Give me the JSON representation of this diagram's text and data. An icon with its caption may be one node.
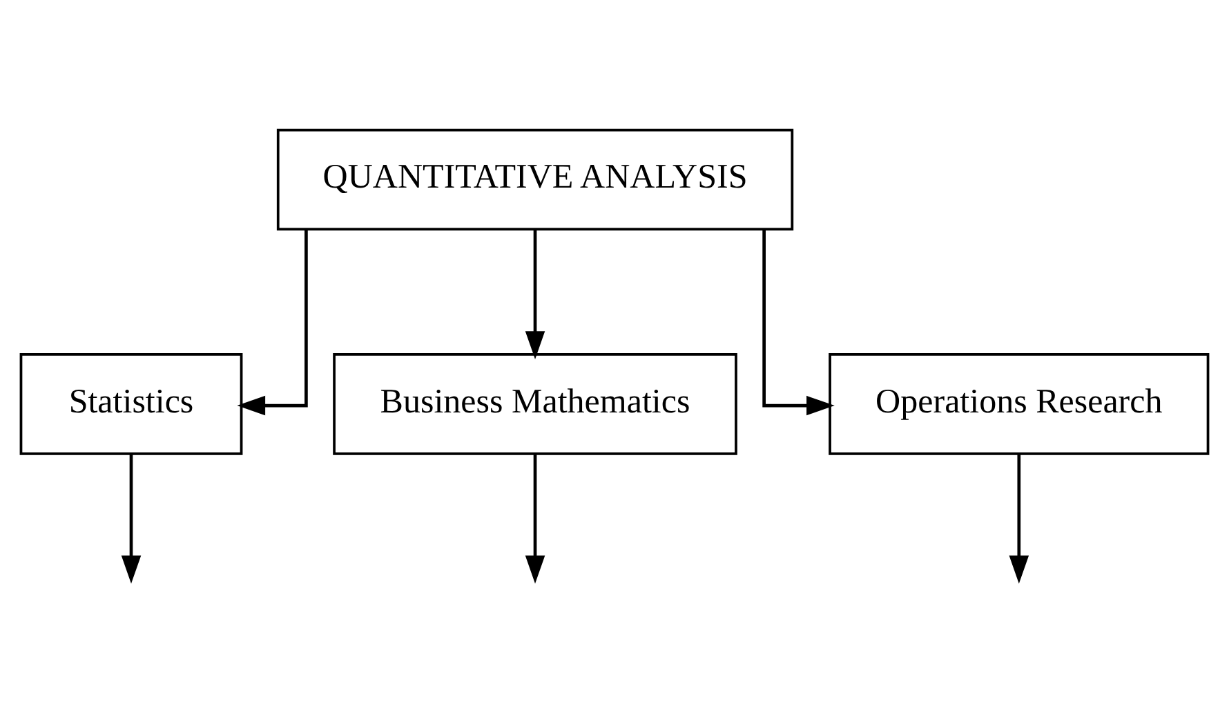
{
  "diagram": {
    "nodes": [
      {
        "text": [
          "QUANTITATIVE ANALYSIS"
        ]
      },
      {
        "text": [
          "Statistics"
        ]
      },
      {
        "text": [
          "Business Mathematics"
        ]
      },
      {
        "text": [
          "Operations Research"
        ]
      }
    ],
    "edges": [
      {
        "from": 0,
        "to": 1,
        "arrow": "to"
      },
      {
        "from": 0,
        "to": 2,
        "arrow": "to"
      },
      {
        "from": 0,
        "to": 3,
        "arrow": "to"
      },
      {
        "from": 1,
        "to": null,
        "arrow": "to"
      },
      {
        "from": 2,
        "to": null,
        "arrow": "to"
      },
      {
        "from": 3,
        "to": null,
        "arrow": "to"
      }
    ]
  }
}
